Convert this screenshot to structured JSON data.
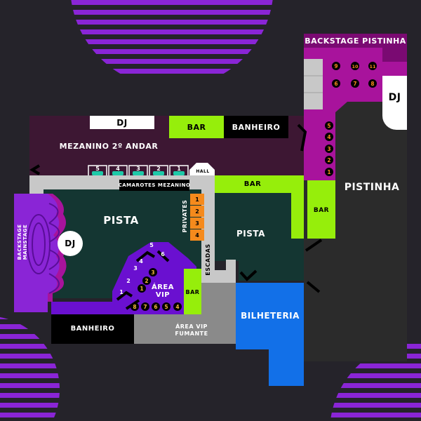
{
  "map": {
    "backstage_pistinha": "BACKSTAGE PISTINHA",
    "dj_pistinha": "DJ",
    "pistinha": "PISTINHA",
    "bar_pistinha": "BAR",
    "dj_mezanino": "DJ",
    "bar_top": "BAR",
    "banheiro_top": "BANHEIRO",
    "mezanino": "MEZANINO 2º ANDAR",
    "camarotes_mezanino": "CAMAROTES MEZANINO",
    "hall": "HALL",
    "bar_middle": "BAR",
    "pista_main": "PISTA",
    "pista_right": "PISTA",
    "privates": "PRIVATES",
    "escadas": "ESCADAS",
    "backstage_mainstage": "BACKSTAGE MAINSTAGE",
    "dj_main": "DJ",
    "area_vip_line1": "ÁREA",
    "area_vip_line2": "VIP",
    "bar_vip": "BAR",
    "banheiro_bottom": "BANHEIRO",
    "area_vip_fumante_line1": "ÁREA VIP",
    "area_vip_fumante_line2": "FUMANTE",
    "bilheteria": "BILHETERIA"
  },
  "seats": {
    "backstage_pistinha": [
      "9",
      "10",
      "11",
      "6",
      "7",
      "8"
    ],
    "pistinha_side": [
      "5",
      "4",
      "3",
      "2",
      "1"
    ],
    "mezanino_camarotes": [
      "5",
      "4",
      "3",
      "2",
      "1"
    ],
    "privates": [
      "1",
      "2",
      "3",
      "4"
    ],
    "vip_outer": [
      "1",
      "2",
      "3",
      "4",
      "5",
      "6"
    ],
    "vip_inner": [
      "1",
      "2",
      "3"
    ],
    "vip_bottom": [
      "8",
      "7",
      "6",
      "5",
      "4"
    ]
  },
  "colors": {
    "background": "#25232a",
    "mezanino": "#3d1733",
    "pista": "#143632",
    "pistinha": "#2b2b2b",
    "magenta": "#a8139c",
    "purple": "#8a25d6",
    "vip": "#6a10d0",
    "lime": "#96ee0b",
    "bilheteria": "#1270e8",
    "orange": "#f58a1c",
    "black": "#000000",
    "white": "#ffffff",
    "gray": "#8a8a8a",
    "light_gray": "#c8c8c8"
  }
}
